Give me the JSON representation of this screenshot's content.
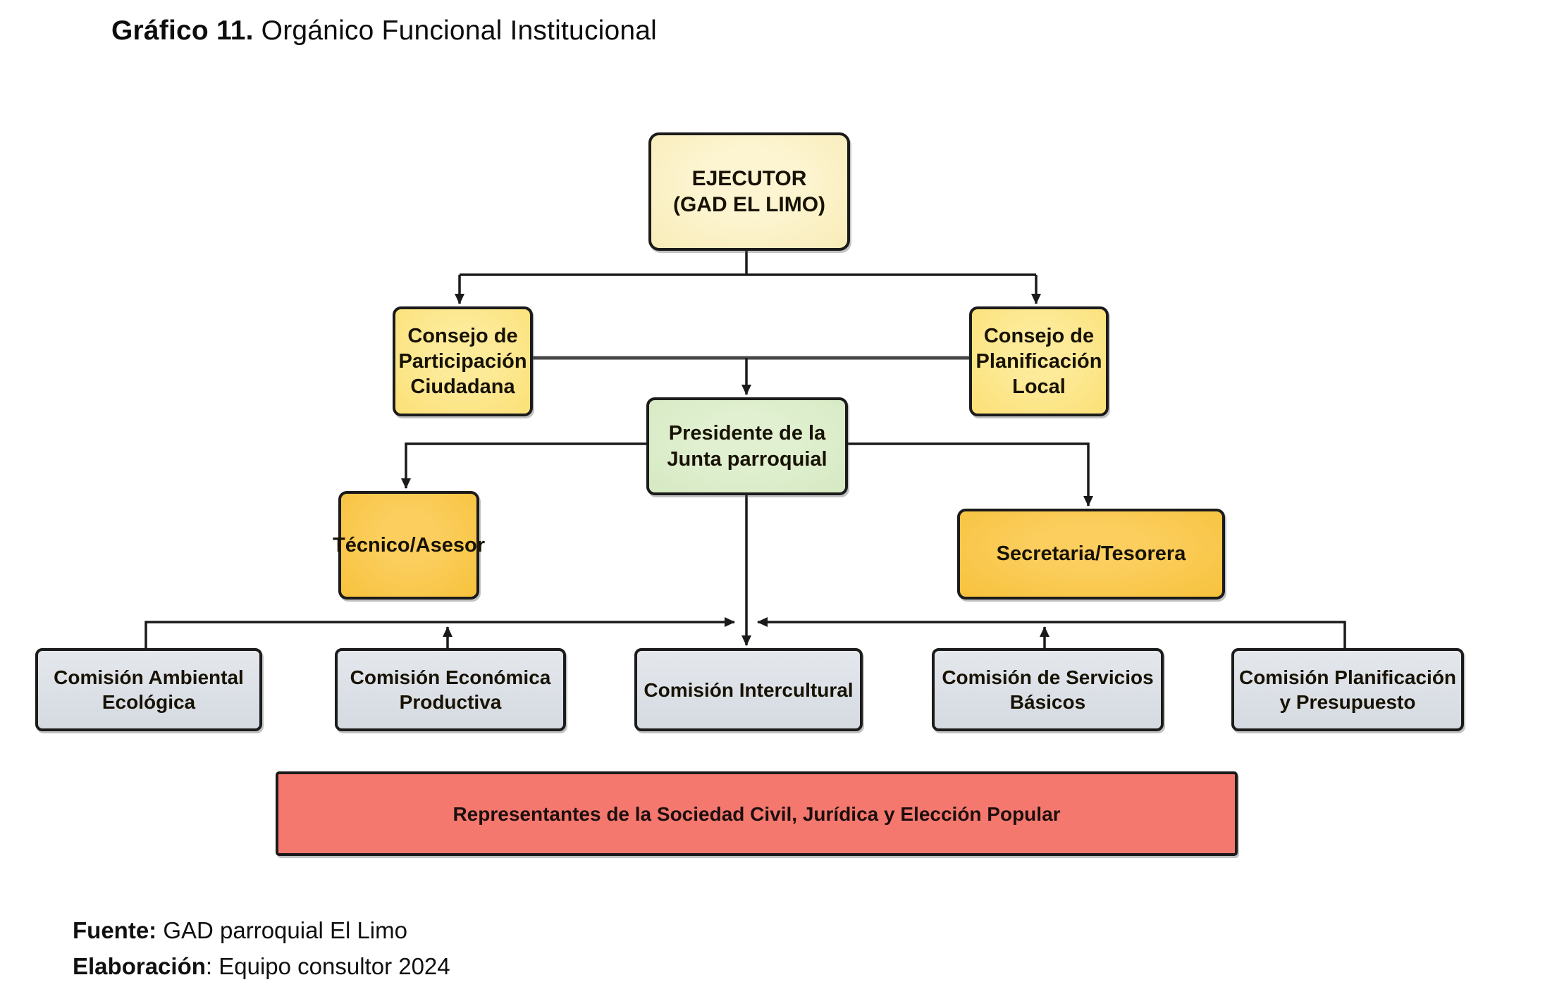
{
  "title": {
    "prefix": "Gráfico 11.",
    "text": " Orgánico Funcional Institucional"
  },
  "diagram": {
    "type": "org-chart",
    "nodes": {
      "ejecutor": "EJECUTOR\n(GAD EL LIMO)",
      "consejo_participacion": "Consejo de\nParticipación\nCiudadana",
      "consejo_planificacion": "Consejo de\nPlanificación\nLocal",
      "presidente": "Presidente de la\nJunta parroquial",
      "tecnico_asesor": "Técnico/Asesor",
      "secretaria_tesorera": "Secretaria/Tesorera",
      "comision_ambiental": "Comisión Ambiental\nEcológica",
      "comision_economica": "Comisión Económica\nProductiva",
      "comision_intercultural": "Comisión Intercultural",
      "comision_servicios": "Comisión de Servicios\nBásicos",
      "comision_planificacion": "Comisión Planificación\ny Presupuesto",
      "representantes": "Representantes de la Sociedad Civil, Jurídica y Elección Popular"
    },
    "edges": [
      {
        "from": "ejecutor",
        "to": "consejo_participacion",
        "arrow": "to"
      },
      {
        "from": "ejecutor",
        "to": "consejo_planificacion",
        "arrow": "to"
      },
      {
        "from": "consejo_participacion",
        "to": "presidente",
        "arrow": "to"
      },
      {
        "from": "consejo_planificacion",
        "to": "presidente",
        "arrow": "to"
      },
      {
        "from": "presidente",
        "to": "tecnico_asesor",
        "arrow": "to"
      },
      {
        "from": "presidente",
        "to": "secretaria_tesorera",
        "arrow": "to"
      },
      {
        "from": "presidente",
        "to": "comision_intercultural",
        "arrow": "to"
      },
      {
        "from": "comision_ambiental",
        "to": "presidente",
        "arrow": "none"
      },
      {
        "from": "comision_economica",
        "to": "presidente",
        "arrow": "from"
      },
      {
        "from": "comision_servicios",
        "to": "presidente",
        "arrow": "from"
      },
      {
        "from": "comision_planificacion",
        "to": "presidente",
        "arrow": "none"
      }
    ],
    "colors": {
      "ejecutor_fill": "#F9EEBB",
      "consejo_fill": "#FBE27B",
      "presidente_fill": "#D7EAC5",
      "staff_fill": "#F7C23C",
      "comision_fill": "#D9DDE3",
      "representantes_fill": "#F5786F",
      "border": "#1B1B1B",
      "connector": "#1A1A1A"
    }
  },
  "footer": {
    "fuente_label": "Fuente:",
    "fuente_value": " GAD parroquial El Limo",
    "elaboracion_label": "Elaboración",
    "elaboracion_value": ": Equipo consultor 2024"
  }
}
